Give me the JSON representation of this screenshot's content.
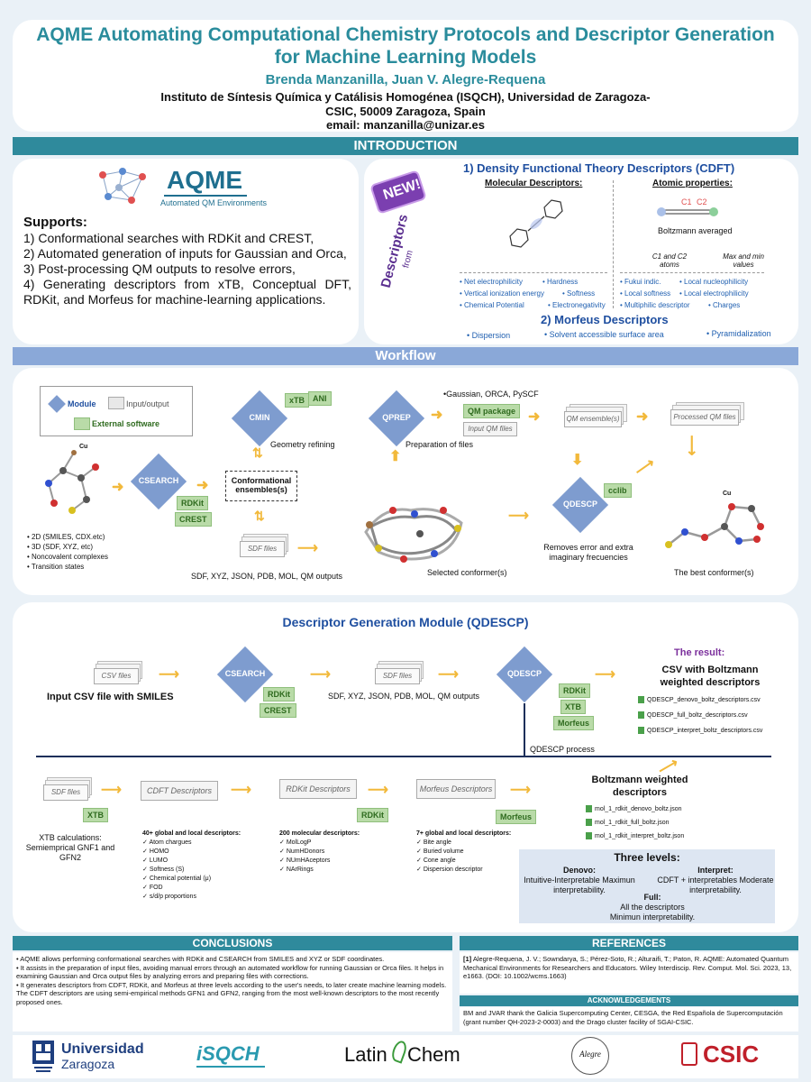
{
  "header": {
    "title": "AQME Automating Computational Chemistry Protocols and Descriptor Generation for Machine Learning Models",
    "authors": "Brenda Manzanilla, Juan V. Alegre-Requena",
    "affiliation_1": "Instituto de Síntesis Química y Catálisis Homogénea (ISQCH), Universidad de Zaragoza-",
    "affiliation_2": "CSIC, 50009 Zaragoza, Spain",
    "email": "email: manzanilla@unizar.es"
  },
  "sections": {
    "introduction": "INTRODUCTION",
    "workflow": "Workflow",
    "conclusions": "CONCLUSIONS",
    "references": "REFERENCES",
    "acknowledgements": "ACKNOWLEDGEMENTS"
  },
  "intro": {
    "logo_name": "AQME",
    "logo_sub": "Automated QM Environments",
    "supports_title": "Supports:",
    "supports": [
      "1)  Conformational searches with RDKit and CREST,",
      "2)  Automated generation of inputs for Gaussian and Orca,",
      "3)  Post-processing QM outputs to resolve errors,",
      "4)  Generating descriptors from xTB, Conceptual DFT, RDKit, and Morfeus for machine-learning applications."
    ],
    "badge_new": "NEW!",
    "badge_descriptors": "Descriptors",
    "badge_from": "from",
    "cdft_title": "1) Density Functional Theory Descriptors (CDFT)",
    "mol_desc_title": "Molecular Descriptors:",
    "atom_prop_title": "Atomic properties:",
    "atom_c1": "C1",
    "atom_c2": "C2",
    "boltzmann_avg": "Boltzmann averaged",
    "c1c2_atoms": "C1 and C2 atoms",
    "max_min": "Max and min values",
    "mol_desc": [
      "Net electrophilicity",
      "Hardness",
      "Vertical ionization energy",
      "Softness",
      "Chemical Potential",
      "Electronegativity"
    ],
    "atom_desc": [
      "Fukui indic.",
      "Local nucleophilicity",
      "Local softness",
      "Local electrophilicity",
      "Multiphilic descriptor",
      "Charges"
    ],
    "morfeus_title": "2) Morfeus Descriptors",
    "morfeus_desc": [
      "Dispersion",
      "Solvent accessible surface area",
      "Pyramidalization"
    ]
  },
  "workflow": {
    "legend_module": "Module",
    "legend_io": "Input/output",
    "legend_ext": "External software",
    "cu": "Cu",
    "cmin": "CMIN",
    "xtb": "xTB",
    "ani": "ANI",
    "geom_refining": "Geometry refining",
    "qprep": "QPREP",
    "gaussian_orca": "•Gaussian, ORCA, PySCF",
    "qm_package": "QM package",
    "input_qm": "Input QM files",
    "prep_files": "Preparation of files",
    "qm_ensembles": "QM ensemble(s)",
    "processed_qm": "Processed QM files",
    "csearch": "CSEARCH",
    "rdkit": "RDKit",
    "crest": "CREST",
    "conf_ensembles": "Conformational ensembles(s)",
    "sdf_files": "SDF files",
    "qdescp": "QDESCP",
    "cclib": "cclib",
    "inputs": [
      "2D (SMILES, CDX.etc)",
      "3D (SDF, XYZ, etc)",
      "Noncovalent complexes",
      "Transition states"
    ],
    "outputs": "SDF, XYZ, JSON, PDB, MOL, QM outputs",
    "selected": "Selected conformer(s)",
    "removes": "Removes error and extra imaginary frecuencies",
    "best": "The best conformer(s)"
  },
  "qdescp": {
    "title": "Descriptor Generation Module (QDESCP)",
    "csv_files": "CSV files",
    "input_csv": "Input CSV file  with SMILES",
    "csearch": "CSEARCH",
    "rdkit": "RDKit",
    "crest": "CREST",
    "sdf_files": "SDF files",
    "outputs": "SDF, XYZ, JSON, PDB, MOL, QM outputs",
    "qdescp": "QDESCP",
    "xtb": "XTB",
    "morfeus": "Morfeus",
    "result_title": "The result:",
    "result_csv": "CSV      with      Boltzmann weighted descriptors",
    "csv_outputs": [
      "QDESCP_denovo_boltz_descriptors.csv",
      "QDESCP_full_boltz_descriptors.csv",
      "QDESCP_interpret_boltz_descriptors.csv"
    ],
    "process": "QDESCP process",
    "cdft_desc": "CDFT Descriptors",
    "rdkit_desc": "RDKit Descriptors",
    "morfeus_desc": "Morfeus Descriptors",
    "boltz_title": "Boltzmann weighted descriptors",
    "json_outputs": [
      "mol_1_rdkit_denovo_boltz.json",
      "mol_1_rdkit_full_boltz.json",
      "mol_1_rdkit_interpret_boltz.json"
    ],
    "xtb_calc": "XTB calculations: Semiemprical GNF1 and GFN2",
    "cdft_list_title": "40+ global and local descriptors:",
    "cdft_list": [
      "Atom chargues",
      "HOMO",
      "LUMO",
      "Softness (S)",
      "Chemical potential (μ)",
      "FOD",
      "s/d/p proportions"
    ],
    "rdkit_list_title": "200 molecular descriptors:",
    "rdkit_list": [
      "MolLogP",
      "NumHDonors",
      "NUmHAceptors",
      "NArRings"
    ],
    "morfeus_list_title": "7+ global and local descriptors:",
    "morfeus_list": [
      "Bite angle",
      "Buried volume",
      "Cone angle",
      "Dispersion descriptor"
    ],
    "levels_title": "Three levels:",
    "denovo_title": "Denovo:",
    "denovo_text": "Intuitive-Interpretable Maximun interpretability.",
    "interpret_title": "Interpret:",
    "interpret_text": "CDFT + interpretables Moderate  interpretability.",
    "full_title": "Full:",
    "full_text": "All the descriptors Minimun interpretability."
  },
  "conclusions": [
    "AQME allows performing conformational searches with RDKit and CSEARCH from SMILES and XYZ or SDF coordinates.",
    "It assists in the preparation of input files, avoiding manual errors through an automated workflow for running Gaussian or Orca files. It helps in examining Gaussian and Orca output files by analyzing errors and preparing files with corrections.",
    "It generates descriptors from CDFT, RDKit, and Morfeus at three levels according to the user's needs, to later create machine learning models. The CDFT descriptors are using semi-empirical methods GFN1 and GFN2, ranging from the most well-known descriptors to the most recently proposed ones."
  ],
  "references": {
    "ref_num": "[1]",
    "ref_text": "Alegre-Requena, J. V.; Sowndarya, S.; Pérez-Soto, R.; Alturaifi, T.; Paton, R. AQME: Automated Quantum Mechanical Environments for Researchers and Educators. Wiley Interdiscip. Rev. Comput. Mol. Sci. 2023, 13, e1663. (DOI: 10.1002/wcms.1663)",
    "ack_text": "BM and JVAR thank the Galicia Supercomputing Center, CESGA, the Red Española de Supercomputación (grant number QH-2023-2-0003) and the Drago cluster facility of SGAI-CSIC."
  },
  "logos": {
    "unizar_1": "Universidad",
    "unizar_2": "Zaragoza",
    "isqch": "iSQCH",
    "latin": "Latin",
    "chem": "Chem",
    "alegre": "Alegre",
    "csic": "CSIC"
  }
}
